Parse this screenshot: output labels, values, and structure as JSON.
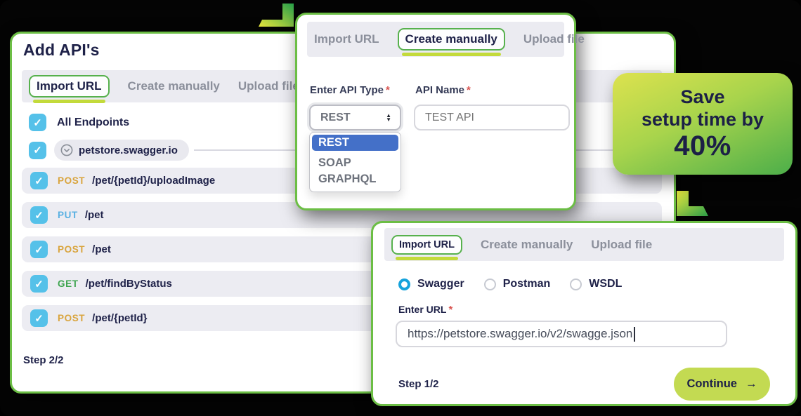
{
  "colors": {
    "card_border_green": "#6cbe45",
    "active_tab_outline": "#57b14d",
    "tab_underline_lime": "#c3da3b",
    "checkbox_blue": "#55c1e9",
    "method_post": "#d9a43c",
    "method_put": "#58b0e2",
    "method_get": "#3da44e",
    "navy_text": "#1e2148",
    "dropdown_highlight": "#4470c8",
    "radio_blue": "#17a3dc",
    "continue_button": "#c3da52",
    "badge_gradient_start": "#dde24e",
    "badge_gradient_end": "#4cae4a"
  },
  "icons": {
    "check": "✓",
    "arrow_right": "→",
    "spin_up": "▲",
    "spin_down": "▼"
  },
  "left_card": {
    "title": "Add API's",
    "tabs": [
      {
        "label": "Import URL",
        "active": true
      },
      {
        "label": "Create manually",
        "active": false
      },
      {
        "label": "Upload file",
        "active": false
      }
    ],
    "all_endpoints_label": "All Endpoints",
    "host_pill": {
      "label": "petstore.swagger.io"
    },
    "endpoints": [
      {
        "method": "POST",
        "path": "/pet/{petId}/uploadImage",
        "checked": true
      },
      {
        "method": "PUT",
        "path": "/pet",
        "checked": true
      },
      {
        "method": "POST",
        "path": "/pet",
        "checked": true
      },
      {
        "method": "GET",
        "path": "/pet/findByStatus",
        "checked": true
      },
      {
        "method": "POST",
        "path": "/pet/{petId}",
        "checked": true
      }
    ],
    "step_label": "Step 2/2"
  },
  "create_card": {
    "tabs": [
      {
        "label": "Import URL",
        "active": false
      },
      {
        "label": "Create manually",
        "active": true
      },
      {
        "label": "Upload file",
        "active": false
      }
    ],
    "api_type": {
      "label": "Enter API Type",
      "required_mark": "*",
      "selected_value": "REST",
      "options": [
        {
          "label": "REST",
          "selected": true
        },
        {
          "label": "SOAP",
          "selected": false
        },
        {
          "label": "GRAPHQL",
          "selected": false
        }
      ]
    },
    "api_name": {
      "label": "API Name",
      "required_mark": "*",
      "placeholder": "TEST API"
    }
  },
  "import_card": {
    "tabs": [
      {
        "label": "Import URL",
        "active": true
      },
      {
        "label": "Create manually",
        "active": false
      },
      {
        "label": "Upload file",
        "active": false
      }
    ],
    "sources": [
      {
        "label": "Swagger",
        "selected": true
      },
      {
        "label": "Postman",
        "selected": false
      },
      {
        "label": "WSDL",
        "selected": false
      }
    ],
    "url_field": {
      "label": "Enter URL",
      "required_mark": "*",
      "value": "https://petstore.swagger.io/v2/swagge.json"
    },
    "step_label": "Step 1/2",
    "continue_button": {
      "label": "Continue"
    }
  },
  "badge": {
    "line1": "Save",
    "line2": "setup time by",
    "line3": "40%"
  }
}
